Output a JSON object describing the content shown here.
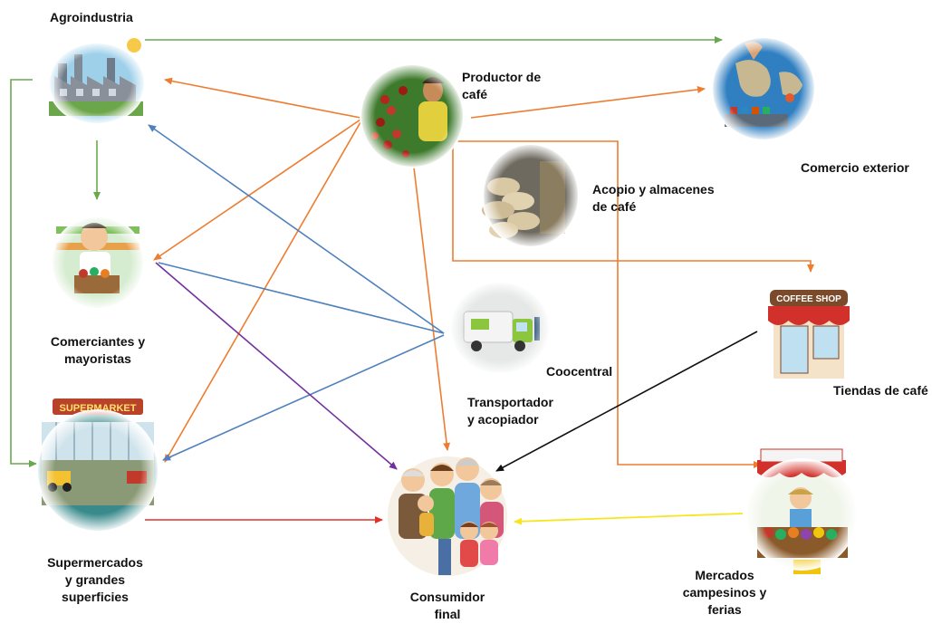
{
  "nodes": {
    "agroindustria": {
      "label": "Agroindustria",
      "icon": "factory-icon"
    },
    "productor": {
      "label": "Productor de\ncafé",
      "icon": "coffee-farmer-icon"
    },
    "comercio_exterior": {
      "label": "Comercio exterior",
      "icon": "globe-trade-icon"
    },
    "acopio": {
      "label": "Acopio y almacenes\nde café",
      "icon": "coffee-sacks-icon"
    },
    "comerciantes": {
      "label": "Comerciantes y\nmayoristas",
      "icon": "grocer-icon"
    },
    "coocentral": {
      "label": "Coocentral",
      "icon": "delivery-truck-icon"
    },
    "transportador": {
      "label": "Transportador\ny acopiador"
    },
    "tiendas": {
      "label": "Tiendas de café",
      "icon": "coffee-shop-icon",
      "sign": "COFFEE SHOP"
    },
    "supermercados": {
      "label": "Supermercados\ny grandes\nsuperficies",
      "icon": "supermarket-icon",
      "sign": "SUPERMARKET"
    },
    "consumidor": {
      "label": "Consumidor\nfinal",
      "icon": "family-icon"
    },
    "mercados": {
      "label": "Mercados\ncampesinos y\nferias",
      "icon": "market-stall-icon"
    }
  },
  "colors": {
    "green": "#6aa84f",
    "orange": "#ed7d31",
    "blue": "#4f81bd",
    "purple": "#7030a0",
    "red": "#e0312a",
    "yellow": "#f5e61f",
    "black": "#111111"
  }
}
